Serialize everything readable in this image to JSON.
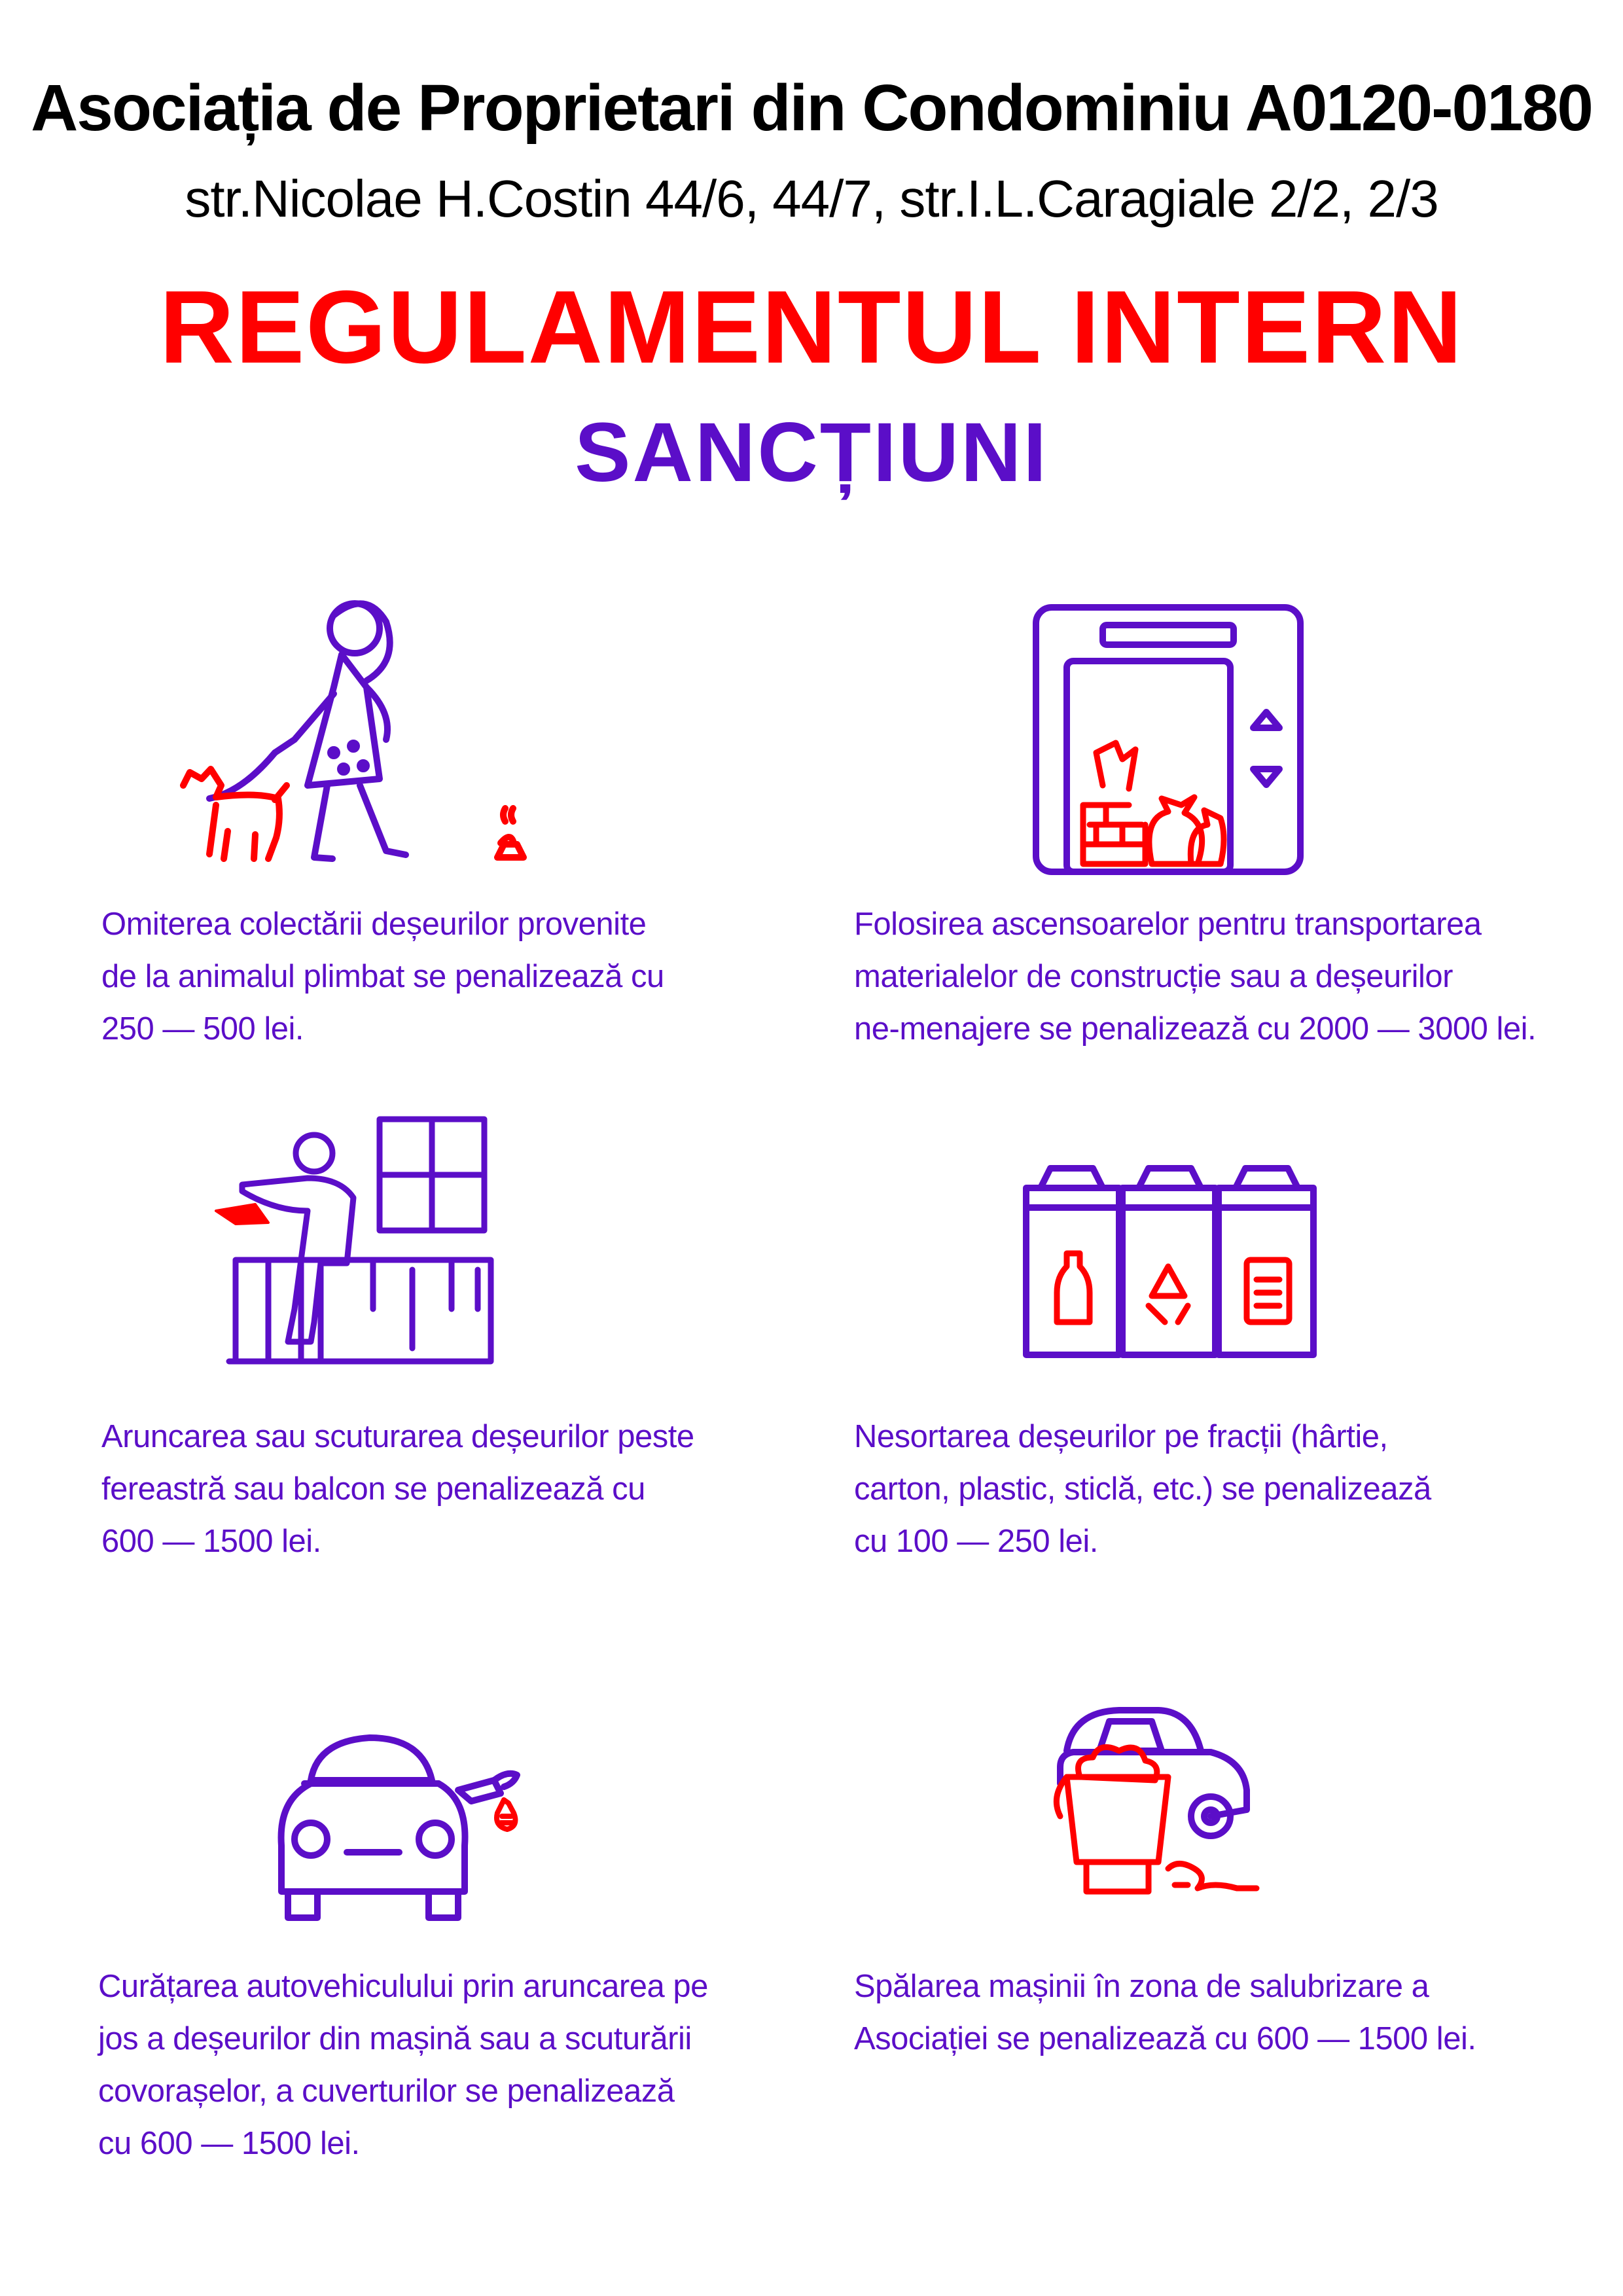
{
  "header": {
    "association": "Asociația de Proprietari din Condominiu A0120-0180",
    "address": "str.Nicolae H.Costin 44/6, 44/7, str.I.L.Caragiale 2/2, 2/3",
    "title": "REGULAMENTUL INTERN",
    "subtitle": "SANCȚIUNI"
  },
  "colors": {
    "accent_red": "#ff0000",
    "accent_purple": "#5b0ec8"
  },
  "rules": [
    {
      "icon": "woman-walking-dog-icon",
      "lines": [
        "Omiterea colectării deșeurilor provenite",
        "de la animalul plimbat se penalizează cu",
        "250 — 500 lei."
      ]
    },
    {
      "icon": "elevator-construction-waste-icon",
      "lines": [
        "Folosirea ascensoarelor pentru transportarea",
        "materialelor de construcție sau a deșeurilor",
        "ne-menajere se penalizează cu 2000 — 3000 lei."
      ]
    },
    {
      "icon": "person-throwing-from-balcony-icon",
      "lines": [
        "Aruncarea sau scuturarea deșeurilor peste",
        "fereastră sau balcon se penalizează cu",
        "600 — 1500 lei."
      ]
    },
    {
      "icon": "sorting-bins-icon",
      "lines": [
        "Nesortarea deșeurilor pe fracții (hârtie,",
        "carton, plastic, sticlă, etc.) se penalizează",
        "cu 100 — 250 lei."
      ]
    },
    {
      "icon": "car-littering-icon",
      "lines": [
        "Curățarea autovehiculului prin aruncarea pe",
        "jos a deșeurilor din mașină sau a scuturării",
        "covorașelor, a cuverturilor se penalizează",
        "cu 600 — 1500 lei."
      ]
    },
    {
      "icon": "car-washing-bucket-icon",
      "lines": [
        "Spălarea mașinii în zona de salubrizare a",
        "Asociației se penalizează cu 600 — 1500 lei."
      ]
    }
  ]
}
